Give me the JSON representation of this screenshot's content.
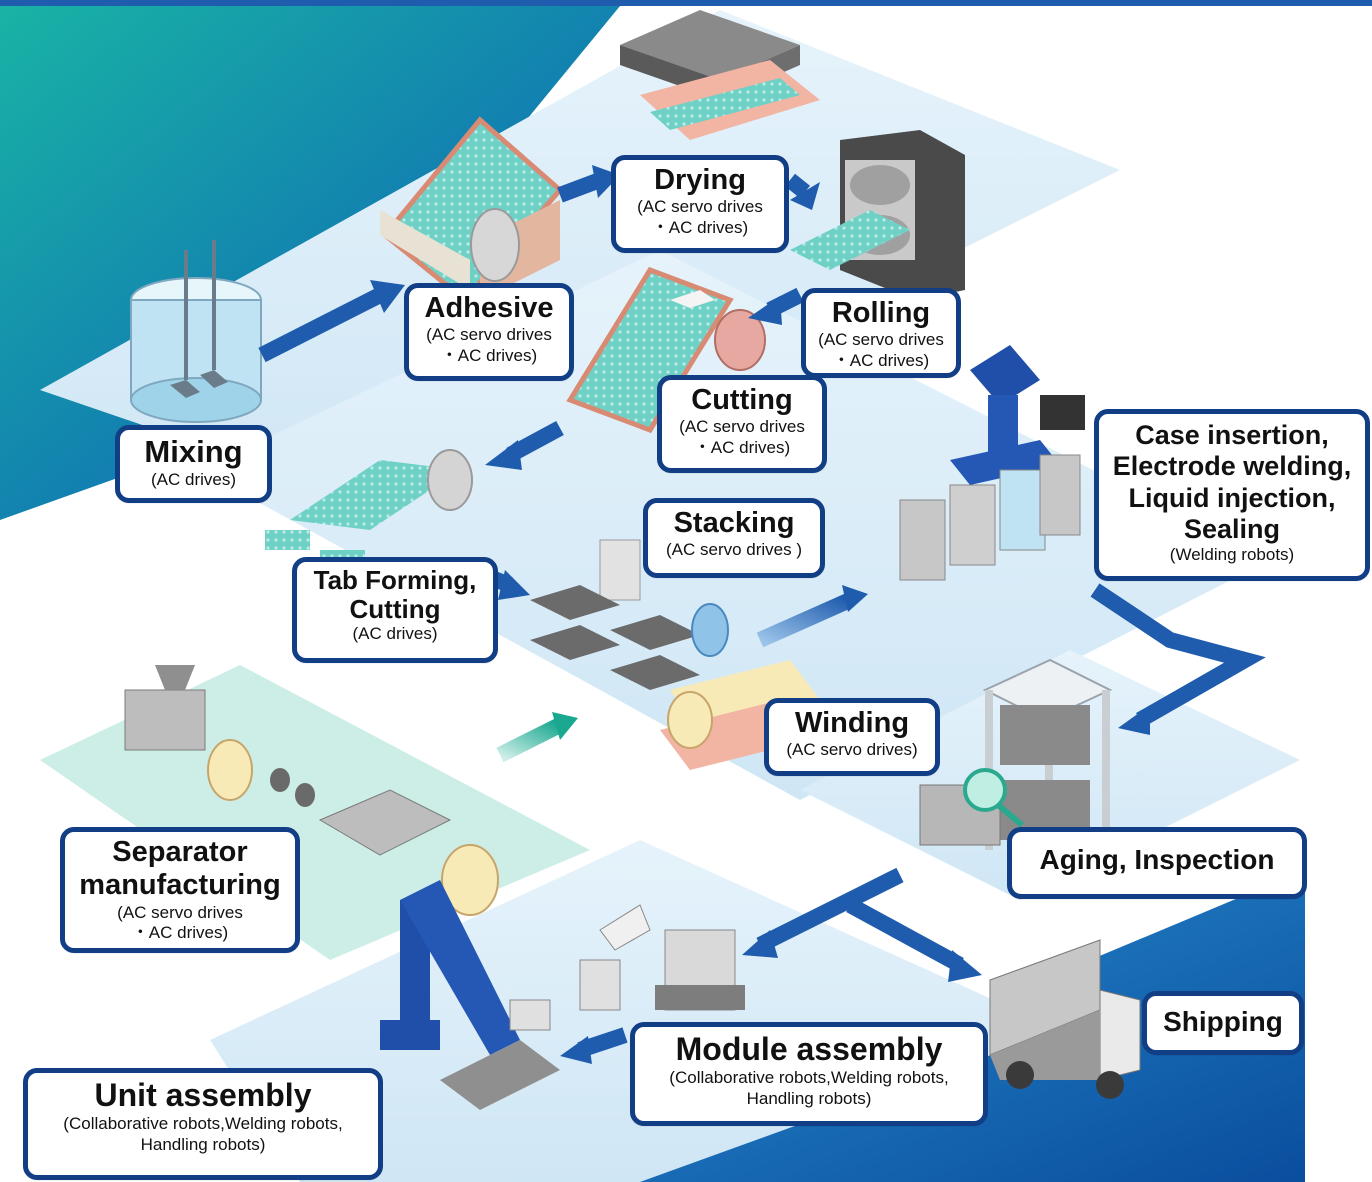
{
  "colors": {
    "label_border": "#123e86",
    "arrow": "#1f5cae",
    "arrow_teal": "#2aa98f",
    "floor": "#d8ecf8",
    "separator_floor": "#cdeee7",
    "bg_teal": "#1aa29a",
    "bg_blue": "#0a5fb0"
  },
  "labels": {
    "drying": {
      "title": [
        "Drying"
      ],
      "sub": [
        "(AC servo drives",
        "・AC drives)"
      ]
    },
    "adhesive": {
      "title": [
        "Adhesive"
      ],
      "sub": [
        "(AC servo drives",
        "・AC drives)"
      ]
    },
    "rolling": {
      "title": [
        "Rolling"
      ],
      "sub": [
        "(AC servo drives",
        "・AC drives)"
      ]
    },
    "cutting": {
      "title": [
        "Cutting"
      ],
      "sub": [
        "(AC servo drives",
        "・AC drives)"
      ]
    },
    "mixing": {
      "title": [
        "Mixing"
      ],
      "sub": [
        "(AC drives)"
      ]
    },
    "case_insertion": {
      "title": [
        "Case insertion,",
        "Electrode welding,",
        "Liquid injection,",
        "Sealing"
      ],
      "sub": [
        "(Welding robots)"
      ]
    },
    "stacking": {
      "title": [
        "Stacking"
      ],
      "sub": [
        "(AC servo drives )"
      ]
    },
    "tab_forming": {
      "title": [
        "Tab Forming,",
        "Cutting"
      ],
      "sub": [
        "(AC drives)"
      ]
    },
    "winding": {
      "title": [
        "Winding"
      ],
      "sub": [
        "(AC servo drives)"
      ]
    },
    "separator": {
      "title": [
        "Separator",
        "manufacturing"
      ],
      "sub": [
        "(AC servo drives",
        "・AC drives)"
      ]
    },
    "aging": {
      "title": [
        "Aging, Inspection"
      ],
      "sub": []
    },
    "shipping": {
      "title": [
        "Shipping"
      ],
      "sub": []
    },
    "module_assembly": {
      "title": [
        "Module assembly"
      ],
      "sub": [
        "(Collaborative robots,Welding robots,",
        "Handling robots)"
      ]
    },
    "unit_assembly": {
      "title": [
        "Unit assembly"
      ],
      "sub": [
        "(Collaborative robots,Welding robots,",
        "Handling robots)"
      ]
    }
  }
}
